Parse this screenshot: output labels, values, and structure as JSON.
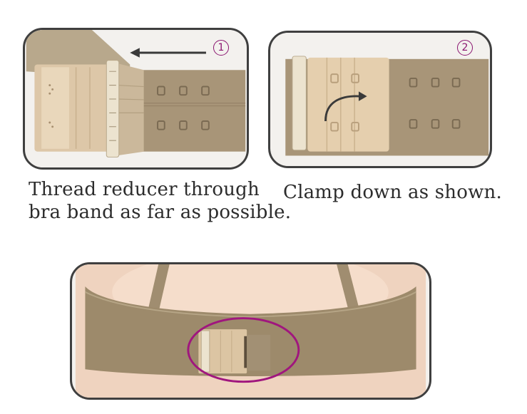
{
  "steps": [
    {
      "number": "1",
      "caption_lines": [
        "Thread reducer through",
        "bra band as far as possible."
      ]
    },
    {
      "number": "2",
      "caption_lines": [
        "Clamp down as shown."
      ]
    }
  ],
  "colors": {
    "frame": "#3f3f3f",
    "accent_circle": "#a0167e",
    "band": "#b09f82",
    "reducer": "#e3cfb0",
    "arrow": "#3a3a3a"
  },
  "icons": [
    "left-arrow-icon",
    "curved-arrow-icon",
    "highlight-ellipse-icon"
  ]
}
